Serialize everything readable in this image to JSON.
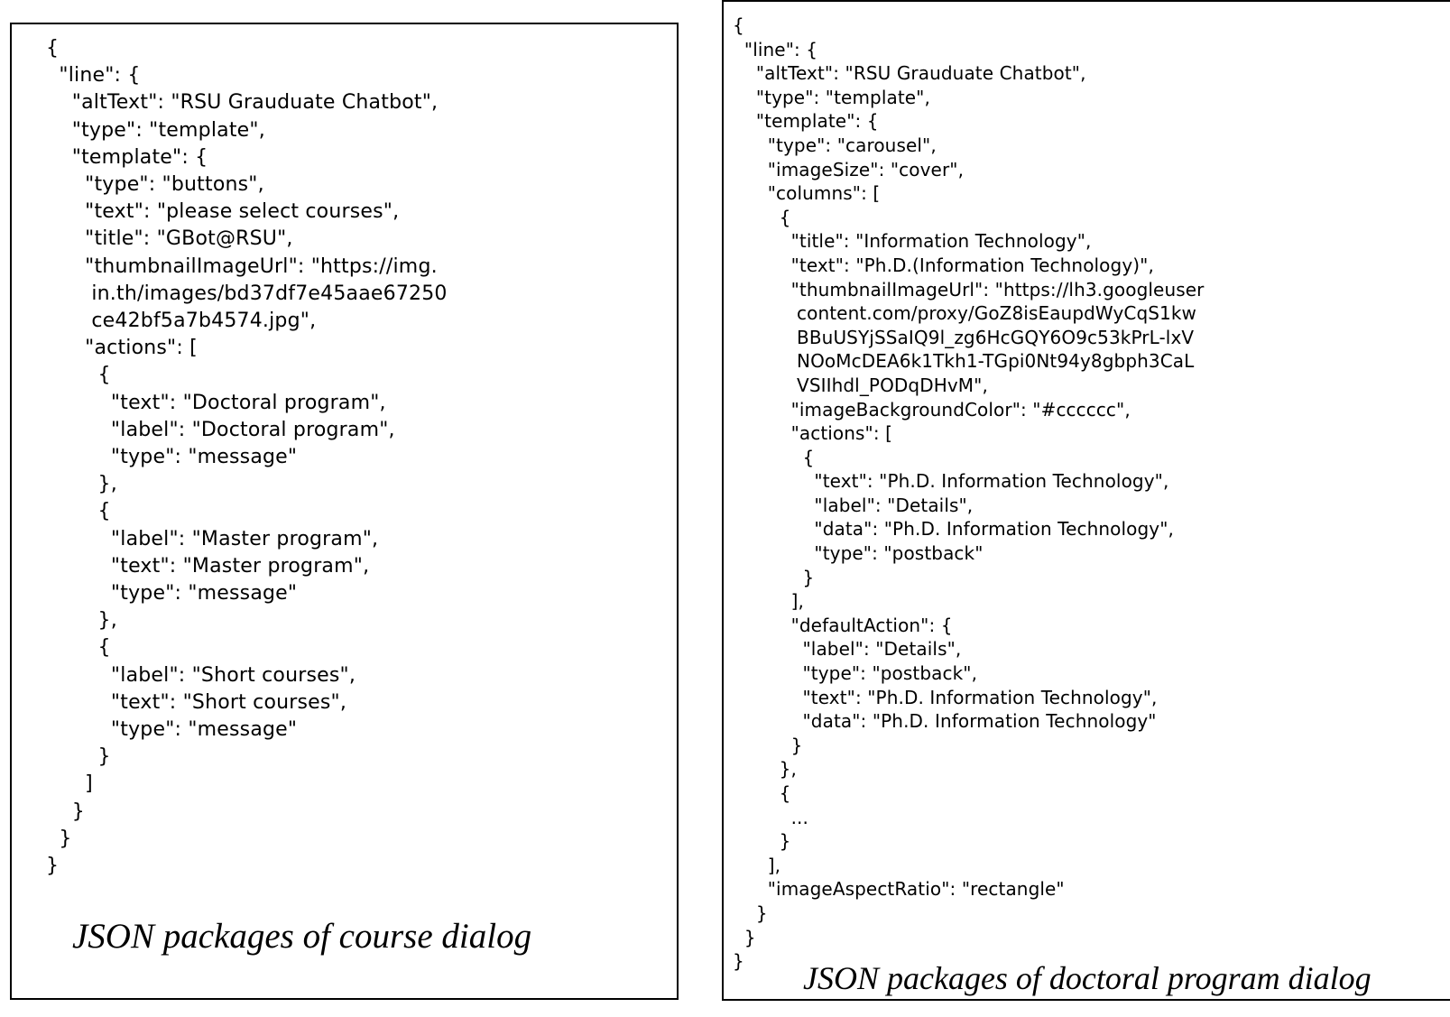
{
  "left_panel": {
    "code": "{\n  \"line\": {\n    \"altText\": \"RSU Grauduate Chatbot\",\n    \"type\": \"template\",\n    \"template\": {\n      \"type\": \"buttons\",\n      \"text\": \"please select courses\",\n      \"title\": \"GBot@RSU\",\n      \"thumbnailImageUrl\": \"https://img.\n       in.th/images/bd37df7e45aae67250\n       ce42bf5a7b4574.jpg\",\n      \"actions\": [\n        {\n          \"text\": \"Doctoral program\",\n          \"label\": \"Doctoral program\",\n          \"type\": \"message\"\n        },\n        {\n          \"label\": \"Master program\",\n          \"text\": \"Master program\",\n          \"type\": \"message\"\n        },\n        {\n          \"label\": \"Short courses\",\n          \"text\": \"Short courses\",\n          \"type\": \"message\"\n        }\n      ]\n    }\n  }\n}",
    "caption": "JSON packages of course dialog"
  },
  "right_panel": {
    "code": "{\n  \"line\": {\n    \"altText\": \"RSU Grauduate Chatbot\",\n    \"type\": \"template\",\n    \"template\": {\n      \"type\": \"carousel\",\n      \"imageSize\": \"cover\",\n      \"columns\": [\n        {\n          \"title\": \"Information Technology\",\n          \"text\": \"Ph.D.(Information Technology)\",\n          \"thumbnailImageUrl\": \"https://lh3.googleuser\n           content.com/proxy/GoZ8isEaupdWyCqS1kw\n           BBuUSYjSSaIQ9l_zg6HcGQY6O9c53kPrL-lxV\n           NOoMcDEA6k1Tkh1-TGpi0Nt94y8gbph3CaL\n           VSIIhdl_PODqDHvM\",\n          \"imageBackgroundColor\": \"#cccccc\",\n          \"actions\": [\n            {\n              \"text\": \"Ph.D. Information Technology\",\n              \"label\": \"Details\",\n              \"data\": \"Ph.D. Information Technology\",\n              \"type\": \"postback\"\n            }\n          ],\n          \"defaultAction\": {\n            \"label\": \"Details\",\n            \"type\": \"postback\",\n            \"text\": \"Ph.D. Information Technology\",\n            \"data\": \"Ph.D. Information Technology\"\n          }\n        },\n        {\n          ...\n        }\n      ],\n      \"imageAspectRatio\": \"rectangle\"\n    }\n  }\n}",
    "caption": "JSON packages of doctoral program dialog"
  }
}
